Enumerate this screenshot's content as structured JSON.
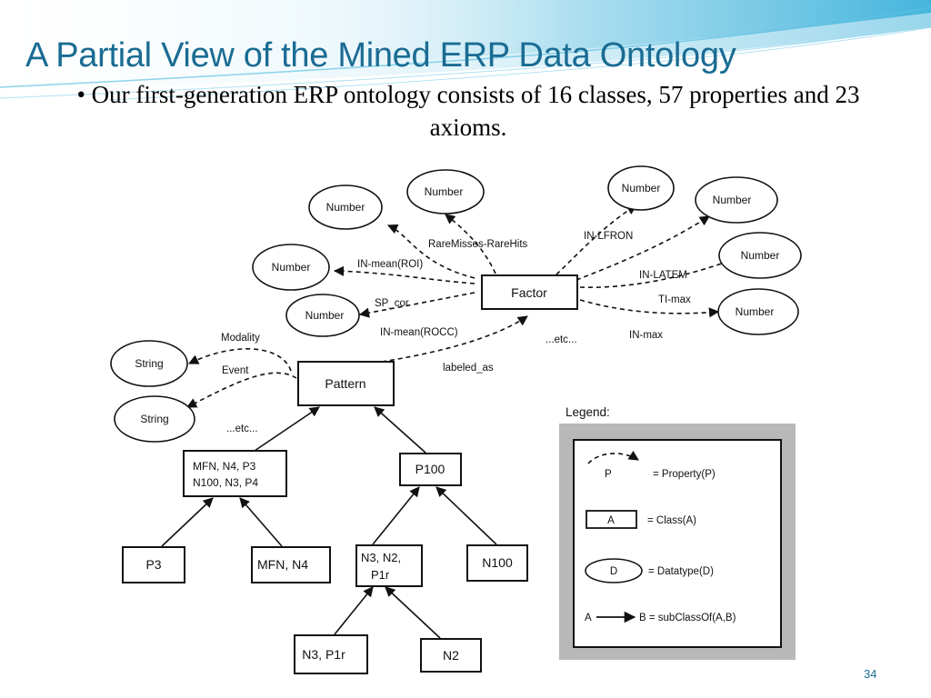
{
  "slide": {
    "title": "A Partial View of the Mined ERP Data Ontology",
    "bullet": "• Our first-generation ERP ontology consists of 16 classes, 57 properties and 23 axioms.",
    "page_number": "34"
  },
  "diagram": {
    "nodes": {
      "factor": "Factor",
      "pattern": "Pattern",
      "mfn_n4_p3": [
        "MFN, N4, P3",
        "N100, N3, P4"
      ],
      "p100": "P100",
      "p3": "P3",
      "mfn_n4": "MFN, N4",
      "n3_n2_p1r": [
        "N3, N2,",
        "P1r"
      ],
      "n100": "N100",
      "n3_p1r": "N3, P1r",
      "n2": "N2",
      "number": "Number",
      "string": "String"
    },
    "properties": {
      "rare_misses": "RareMisses-RareHits",
      "in_lfron": "IN-LFRON",
      "in_mean_roi": "IN-mean(ROI)",
      "in_latem": "IN-LATEM",
      "sp_cor": "SP_cor",
      "ti_max": "TI-max",
      "in_mean_rocc": "IN-mean(ROCC)",
      "in_max": "IN-max",
      "etc_factor": "...etc...",
      "modality": "Modality",
      "event": "Event",
      "labeled_as": "labeled_as",
      "etc_pattern": "...etc..."
    },
    "legend": {
      "title": "Legend:",
      "property_symbol": "P",
      "property_text": "= Property(P)",
      "class_symbol": "A",
      "class_text": "= Class(A)",
      "datatype_symbol": "D",
      "datatype_text": "= Datatype(D)",
      "subclass_a": "A",
      "subclass_text": "B = subClassOf(A,B)"
    }
  }
}
